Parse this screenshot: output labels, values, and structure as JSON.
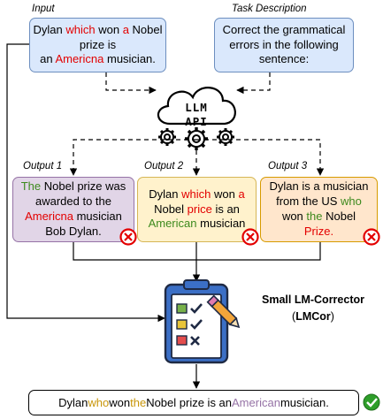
{
  "captions": {
    "input": "Input",
    "task": "Task Description",
    "output1": "Output 1",
    "output2": "Output 2",
    "output3": "Output 3"
  },
  "input_box": {
    "l1_a": "Dylan ",
    "l1_b": "which",
    "l1_c": " won ",
    "l1_d": "a",
    "l1_e": " Nobel",
    "l2": "prize is",
    "l3_a": "an ",
    "l3_b": "Americna",
    "l3_c": " musician."
  },
  "task_box": {
    "l1": "Correct the grammatical",
    "l2": "errors in the following",
    "l3": "sentence:"
  },
  "llm_api": {
    "line1": "LLM",
    "line2": "API"
  },
  "output1_box": {
    "l1_a": "The",
    "l1_b": " Nobel prize was",
    "l2": "awarded to the",
    "l3_a": "Americna",
    "l3_b": " musician",
    "l4": "Bob Dylan."
  },
  "output2_box": {
    "l1_a": "Dylan ",
    "l1_b": "which",
    "l1_c": " won ",
    "l1_d": "a",
    "l2_a": "Nobel ",
    "l2_b": "price",
    "l2_c": " is an",
    "l3_a": "American",
    "l3_b": " musician"
  },
  "output3_box": {
    "l1": "Dylan is a musician",
    "l2_a": "from the US ",
    "l2_b": "who",
    "l3_a": "won ",
    "l3_b": "the",
    "l3_c": " Nobel",
    "l4": "Prize."
  },
  "corrector": {
    "name": "Small LM-Corrector",
    "abbr_open": "(",
    "abbr": "LMCor",
    "abbr_close": ")"
  },
  "result_box": {
    "a": "Dylan ",
    "b": "who",
    "c": " won ",
    "d": "the",
    "e": " Nobel prize is an ",
    "f": "American",
    "g": " musician."
  },
  "colors": {
    "error_red": "#e30000",
    "fix_green": "#3d8a1e",
    "ok_green": "#2e9e2a",
    "fix_purple": "#9673a6",
    "fix_gold": "#c8960a"
  },
  "icons": {
    "llm": "cloud-icon",
    "gears": "gear-icon",
    "wrong": "x-circle-icon",
    "corrector": "clipboard-checklist-icon",
    "correct": "check-circle-icon"
  }
}
